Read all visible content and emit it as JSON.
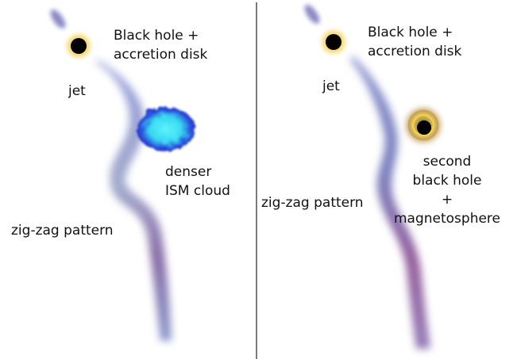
{
  "colors": {
    "background": "#ffffff",
    "divider": "#222222",
    "jet_blue": "#7d86c4",
    "jet_purple": "#8a5a9a",
    "black_hole": "#000000",
    "accretion_glow": "#f5d23a",
    "ism_cloud_core": "#38e6f2",
    "ism_cloud_edge": "#2a3fd6",
    "magnetosphere": "#b8924a"
  },
  "left_panel": {
    "labels": {
      "black_hole": "Black hole +\naccretion disk",
      "jet": "jet",
      "ism_cloud": "denser\nISM cloud",
      "zigzag": "zig-zag pattern"
    }
  },
  "right_panel": {
    "labels": {
      "black_hole": "Black hole +\naccretion disk",
      "jet": "jet",
      "zigzag": "zig-zag pattern",
      "second_black_hole": "second\nblack hole\n+\nmagnetosphere"
    }
  }
}
